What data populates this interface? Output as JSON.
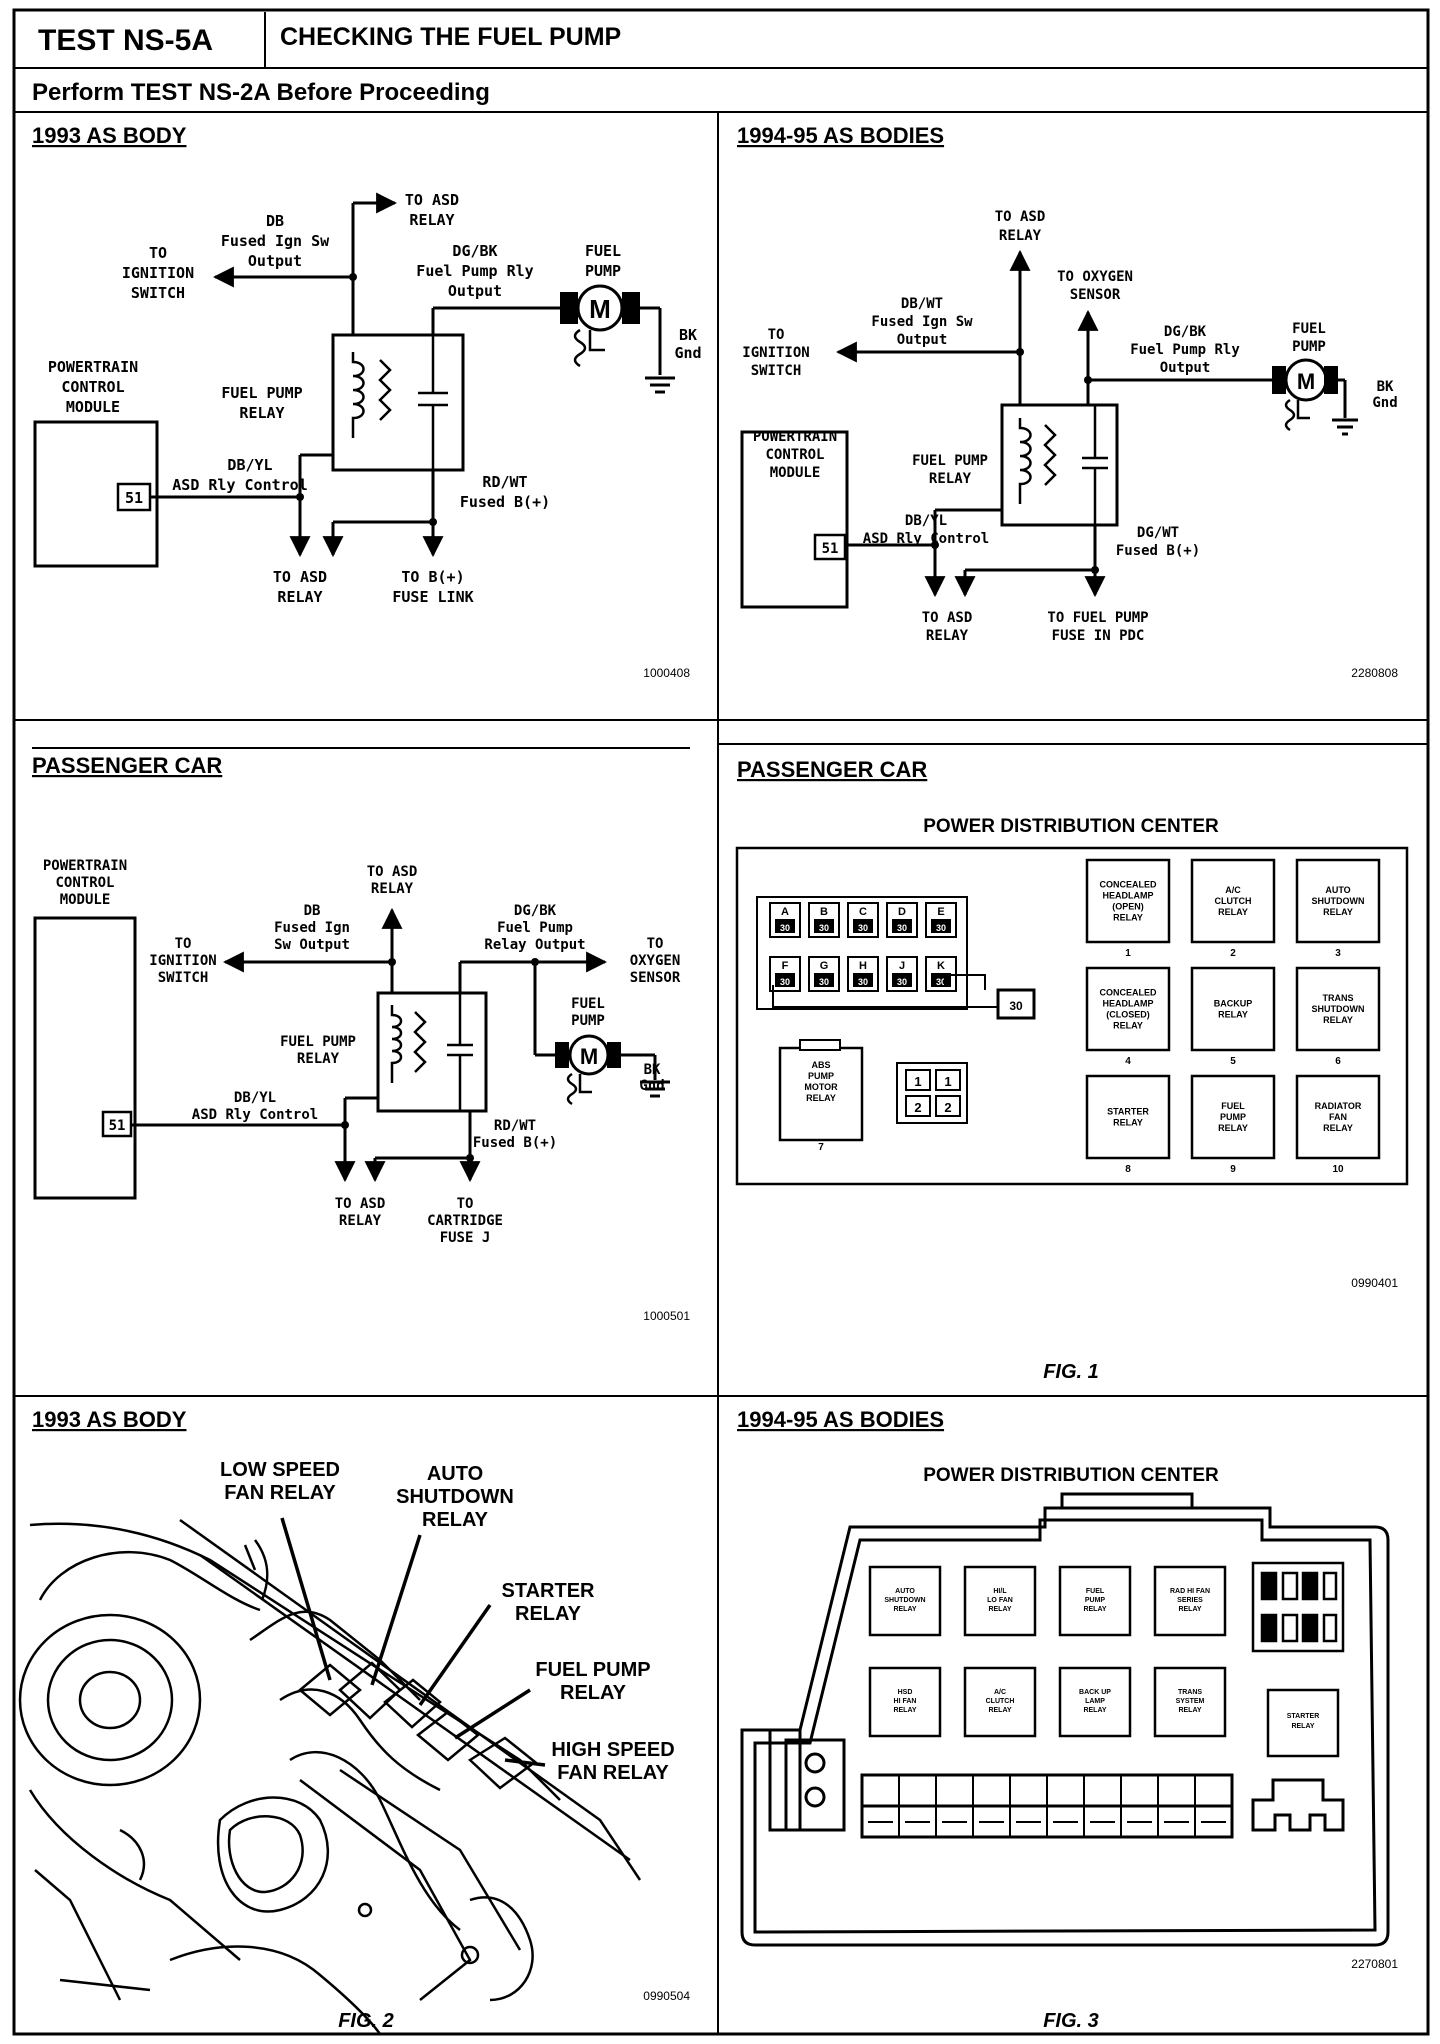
{
  "header": {
    "test_id": "TEST NS-5A",
    "title": "CHECKING THE FUEL PUMP",
    "prerequisite": "Perform TEST NS-2A Before Proceeding"
  },
  "panels": {
    "p1": {
      "heading": "1993 AS BODY",
      "ref": "1000408",
      "labels": {
        "to_asd_relay_top": [
          "TO ASD",
          "RELAY"
        ],
        "db_fused": [
          "DB",
          "Fused Ign Sw",
          "Output"
        ],
        "to_ignition": [
          "TO",
          "IGNITION",
          "SWITCH"
        ],
        "dgbk": [
          "DG/BK",
          "Fuel Pump Rly",
          "Output"
        ],
        "fuel_pump": [
          "FUEL",
          "PUMP"
        ],
        "bk_gnd": [
          "BK",
          "Gnd"
        ],
        "pcm": [
          "POWERTRAIN",
          "CONTROL",
          "MODULE"
        ],
        "relay": [
          "FUEL PUMP",
          "RELAY"
        ],
        "pin": "51",
        "dbyl": [
          "DB/YL",
          "ASD Rly Control"
        ],
        "rdwt": [
          "RD/WT",
          "Fused B(+)"
        ],
        "to_asd_bottom": [
          "TO ASD",
          "RELAY"
        ],
        "to_b_fuse": [
          "TO B(+)",
          "FUSE LINK"
        ],
        "motor": "M"
      }
    },
    "p2": {
      "heading": "1994-95  AS BODIES",
      "ref": "2280808",
      "labels": {
        "to_asd_top": [
          "TO ASD",
          "RELAY"
        ],
        "to_oxygen": [
          "TO OXYGEN",
          "SENSOR"
        ],
        "dbwt": [
          "DB/WT",
          "Fused Ign Sw",
          "Output"
        ],
        "to_ignition": [
          "TO",
          "IGNITION",
          "SWITCH"
        ],
        "dgbk": [
          "DG/BK",
          "Fuel Pump Rly",
          "Output"
        ],
        "fuel_pump": [
          "FUEL",
          "PUMP"
        ],
        "bk_gnd": [
          "BK",
          "Gnd"
        ],
        "pcm": [
          "POWERTRAIN",
          "CONTROL",
          "MODULE"
        ],
        "relay": [
          "FUEL PUMP",
          "RELAY"
        ],
        "pin": "51",
        "dbyl": [
          "DB/YL",
          "ASD Rly Control"
        ],
        "dgwt": [
          "DG/WT",
          "Fused B(+)"
        ],
        "to_asd_bottom": [
          "TO ASD",
          "RELAY"
        ],
        "to_fuel_pump_fuse": [
          "TO FUEL PUMP",
          "FUSE IN PDC"
        ],
        "motor": "M"
      }
    },
    "p3": {
      "heading": "PASSENGER CAR",
      "ref": "1000501",
      "labels": {
        "pcm": [
          "POWERTRAIN",
          "CONTROL",
          "MODULE"
        ],
        "to_asd_top": [
          "TO ASD",
          "RELAY"
        ],
        "db_fused": [
          "DB",
          "Fused Ign",
          "Sw Output"
        ],
        "dgbk": [
          "DG/BK",
          "Fuel Pump",
          "Relay Output"
        ],
        "to_oxygen": [
          "TO",
          "OXYGEN",
          "SENSOR"
        ],
        "to_ignition": [
          "TO",
          "IGNITION",
          "SWITCH"
        ],
        "fuel_pump": [
          "FUEL",
          "PUMP"
        ],
        "relay": [
          "FUEL PUMP",
          "RELAY"
        ],
        "bk_gnd": [
          "BK",
          "Gnd"
        ],
        "dbyl": [
          "DB/YL",
          "ASD Rly Control"
        ],
        "pin": "51",
        "rdwt": [
          "RD/WT",
          "Fused B(+)"
        ],
        "to_asd_bottom": [
          "TO ASD",
          "RELAY"
        ],
        "to_cartridge": [
          "TO",
          "CARTRIDGE",
          "FUSE J"
        ],
        "motor": "M"
      }
    },
    "p4": {
      "heading": "PASSENGER CAR",
      "subtitle": "POWER DISTRIBUTION CENTER",
      "ref": "0990401",
      "fig": "FIG. 1",
      "fuses_top": [
        "A",
        "B",
        "C",
        "D",
        "E"
      ],
      "fuses_bottom": [
        "F",
        "G",
        "H",
        "J",
        "K"
      ],
      "fuse_code": "30",
      "small_box": "30",
      "relays": [
        {
          "label": [
            "CONCEALED",
            "HEADLAMP",
            "(OPEN)",
            "RELAY"
          ],
          "num": "1"
        },
        {
          "label": [
            "A/C",
            "CLUTCH",
            "RELAY"
          ],
          "num": "2"
        },
        {
          "label": [
            "AUTO",
            "SHUTDOWN",
            "RELAY"
          ],
          "num": "3"
        },
        {
          "label": [
            "CONCEALED",
            "HEADLAMP",
            "(CLOSED)",
            "RELAY"
          ],
          "num": "4"
        },
        {
          "label": [
            "BACKUP",
            "RELAY"
          ],
          "num": "5"
        },
        {
          "label": [
            "TRANS",
            "SHUTDOWN",
            "RELAY"
          ],
          "num": "6"
        },
        {
          "label": [
            "STARTER",
            "RELAY"
          ],
          "num": "8"
        },
        {
          "label": [
            "FUEL",
            "PUMP",
            "RELAY"
          ],
          "num": "9"
        },
        {
          "label": [
            "RADIATOR",
            "FAN",
            "RELAY"
          ],
          "num": "10"
        }
      ],
      "abs_relay": {
        "label": [
          "ABS",
          "PUMP",
          "MOTOR",
          "RELAY"
        ],
        "num": "7"
      },
      "grid_nums": [
        "1",
        "1",
        "2",
        "2"
      ]
    },
    "p5": {
      "heading": "1993 AS BODY",
      "ref": "0990504",
      "fig": "FIG. 2",
      "callouts": {
        "low_speed": [
          "LOW SPEED",
          "FAN RELAY"
        ],
        "auto_shutdown": [
          "AUTO",
          "SHUTDOWN",
          "RELAY"
        ],
        "starter": [
          "STARTER",
          "RELAY"
        ],
        "fuel_pump": [
          "FUEL PUMP",
          "RELAY"
        ],
        "high_speed": [
          "HIGH SPEED",
          "FAN RELAY"
        ]
      }
    },
    "p6": {
      "heading": "1994-95  AS BODIES",
      "subtitle": "POWER DISTRIBUTION CENTER",
      "ref": "2270801",
      "fig": "FIG. 3",
      "relays_row1": [
        [
          "AUTO",
          "SHUTDOWN",
          "RELAY"
        ],
        [
          "HI/L",
          "LO FAN",
          "RELAY"
        ],
        [
          "FUEL",
          "PUMP",
          "RELAY"
        ],
        [
          "RAD HI FAN",
          "SERIES",
          "RELAY"
        ]
      ],
      "relays_row2": [
        [
          "HSD",
          "HI FAN",
          "RELAY"
        ],
        [
          "A/C",
          "CLUTCH",
          "RELAY"
        ],
        [
          "BACK UP",
          "LAMP",
          "RELAY"
        ],
        [
          "TRANS",
          "SYSTEM",
          "RELAY"
        ]
      ],
      "starter_relay": [
        "STARTER",
        "RELAY"
      ]
    }
  }
}
